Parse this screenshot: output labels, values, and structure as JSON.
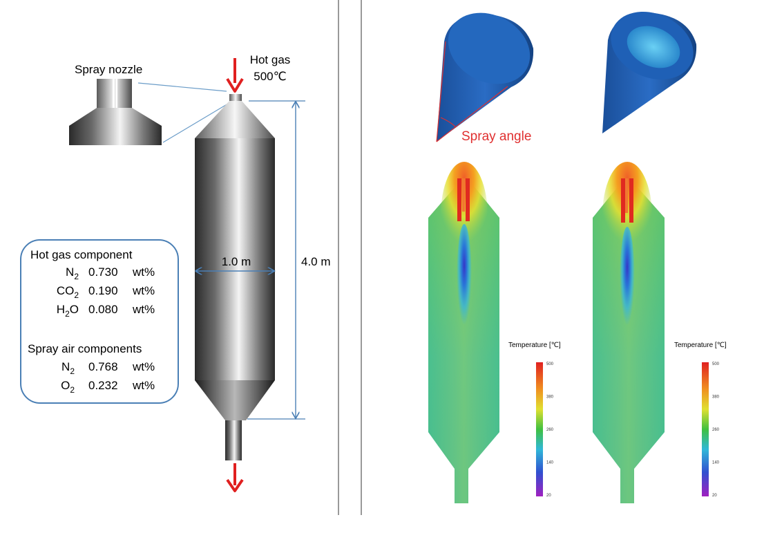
{
  "left_panel": {
    "hot_gas_label": "Hot gas",
    "hot_gas_temp": "500℃",
    "nozzle_label": "Spray nozzle",
    "diameter_label": "1.0 m",
    "height_label": "4.0 m",
    "hot_gas_box_title": "Hot gas component",
    "hot_gas_components": [
      {
        "base": "N",
        "sub": "2",
        "after": "",
        "value": "0.730",
        "unit": "wt%"
      },
      {
        "base": "CO",
        "sub": "2",
        "after": "",
        "value": "0.190",
        "unit": "wt%"
      },
      {
        "base": "H",
        "sub": "2",
        "after": "O",
        "value": "0.080",
        "unit": "wt%"
      }
    ],
    "spray_box_title": "Spray air components",
    "spray_components": [
      {
        "base": "N",
        "sub": "2",
        "after": "",
        "value": "0.768",
        "unit": "wt%"
      },
      {
        "base": "O",
        "sub": "2",
        "after": "",
        "value": "0.232",
        "unit": "wt%"
      }
    ]
  },
  "right_panel": {
    "spray_angle_label": "Spray angle",
    "legends": [
      {
        "title": "Temperature [℃]",
        "ticks": [
          "500",
          "380",
          "260",
          "140",
          "20"
        ]
      },
      {
        "title": "Temperature [℃]",
        "ticks": [
          "500",
          "380",
          "260",
          "140",
          "20"
        ]
      }
    ]
  },
  "colors": {
    "arrow_red": "#e02020",
    "dimension_blue": "#4a7fb5",
    "cone_blue": "#1d5fb0",
    "box_border": "#4a7fb5",
    "spray_angle_red": "#e03030"
  }
}
